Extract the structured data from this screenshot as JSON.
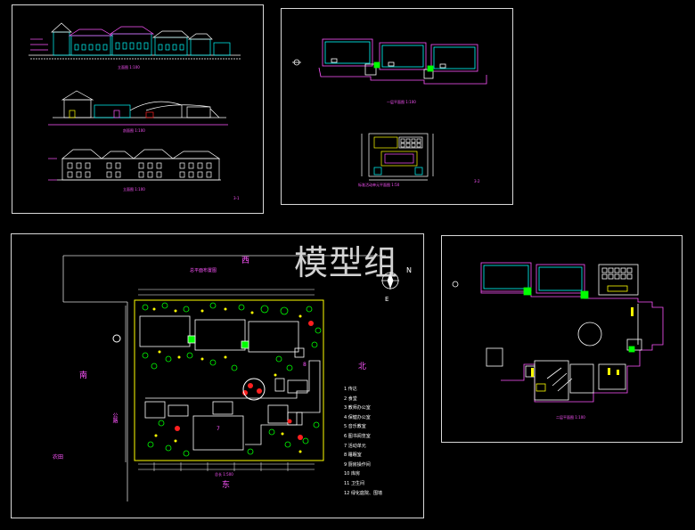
{
  "watermark": "模型组",
  "colors": {
    "cyan": "#00ffff",
    "white": "#ffffff",
    "magenta": "#ff55ff",
    "green": "#00ff00",
    "yellow": "#ffff00",
    "red": "#ff2020",
    "blue": "#3355ff",
    "border": "#d8d8d8"
  },
  "elevations": {
    "title1": "立面图 1:100",
    "title2": "剖面图 1:100",
    "title3": "立面图 1:100",
    "sheet_no": "3-1"
  },
  "plans_top": {
    "title1": "一层平面图 1:100",
    "title2": "标准活动单元平面图 1:50",
    "sheet_no": "3-2"
  },
  "site": {
    "title": "总平面布置图",
    "north_word": "西",
    "south_word": "东",
    "east_word": "北",
    "west_word": "南",
    "road_label": "公路",
    "side_road_label": "农田",
    "compass_n": "N",
    "compass_e": "E",
    "building_no": "7",
    "side_no": "8",
    "dim_bottom": "总长 1:500",
    "legend": [
      "1  传达",
      "2  食堂",
      "3  教师办公室",
      "4  保健办公室",
      "5  音乐教室",
      "6  图书阅览室",
      "7  活动单元",
      "8  睡眠室",
      "9  厨房操作间",
      "10 库房",
      "11 卫生间",
      "12 绿化庭院、围墙"
    ]
  },
  "plan_right": {
    "title": "二层平面图 1:100"
  }
}
